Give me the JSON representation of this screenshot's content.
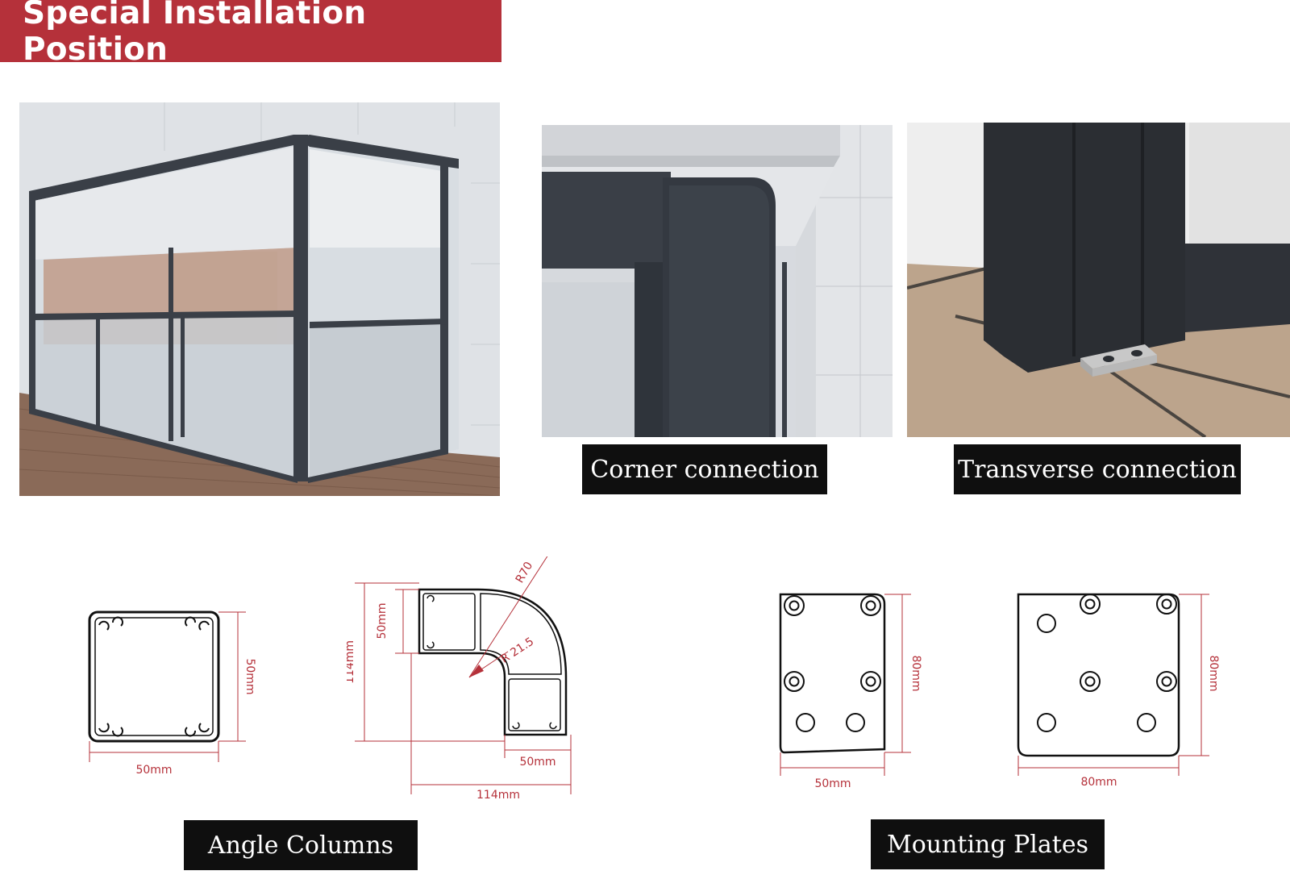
{
  "header": {
    "title": "Special Installation Position"
  },
  "captions": {
    "corner": "Corner connection",
    "transverse": "Transverse connection",
    "angle_columns": "Angle Columns",
    "mounting_plates": "Mounting Plates"
  },
  "dimensions": {
    "column_square_width": "50mm",
    "column_square_height": "50mm",
    "angle_outer_radius": "R70",
    "angle_inner_radius": "R 21.5",
    "angle_arm_height": "50mm",
    "angle_total_height": "114mm",
    "angle_arm_width": "50mm",
    "angle_total_width": "114mm",
    "plate_small_width": "50mm",
    "plate_small_height": "80mm",
    "plate_large_width": "80mm",
    "plate_large_height": "80mm"
  },
  "colors": {
    "banner": "#b5313a",
    "dimension_lines": "#b5313a",
    "caption_bg": "#0f0f0f",
    "frame": "#3a3f47"
  }
}
